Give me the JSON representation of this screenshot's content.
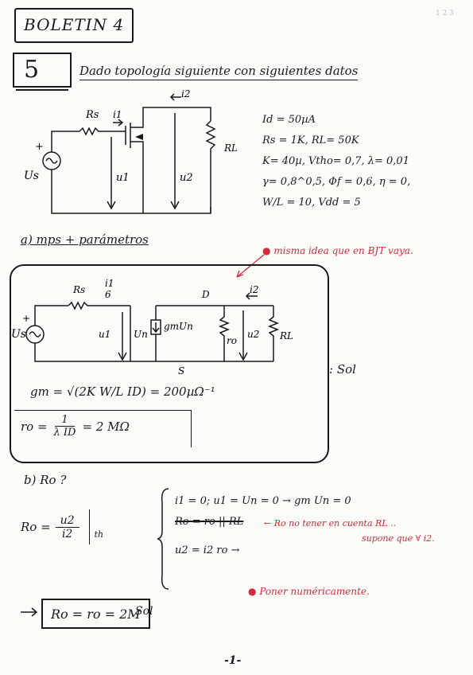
{
  "header": {
    "title": "BOLETIN 4",
    "corner_mark": "1 2 3"
  },
  "problem": {
    "number": "5",
    "statement": "Dado topología siguiente con siguientes datos"
  },
  "circuit1": {
    "labels": {
      "rs": "Rs",
      "i1": "i1",
      "i2": "i2",
      "us": "Us",
      "u1": "u1",
      "u2": "u2",
      "rl": "RL",
      "plus": "+"
    }
  },
  "data_list": [
    "Id = 50µA",
    "Rs = 1K, RL= 50K",
    "K= 40µ, Vtho= 0,7, λ= 0,01",
    "γ= 0,8^0,5, Φf = 0,6, η = 0,",
    "W/L = 10, Vdd = 5"
  ],
  "section_a": {
    "heading": "a) mps + parámetros",
    "note": "misma idea que en BJT vaya.",
    "sol": ": Sol",
    "gm_eq": "gm = √(2K W/L ID) = 200µΩ⁻¹",
    "ro_eq_left": "ro =",
    "ro_num": "1",
    "ro_den": "λ ID",
    "ro_eq_right": "= 2 MΩ"
  },
  "circuit2": {
    "labels": {
      "rs": "Rs",
      "i1": "i1",
      "six": "6",
      "d": "D",
      "i2": "i2",
      "us": "Us",
      "u1": "u1",
      "un": "Un",
      "gm": "gmUn",
      "ro": "ro",
      "u2": "u2",
      "rl": "RL",
      "s": "S",
      "plus": "+"
    }
  },
  "section_b": {
    "heading": "b) Ro ?",
    "ro_lhs": "Ro =",
    "ro_num": "u2",
    "ro_den": "i2",
    "ro_sub": "th",
    "line1": "i1 = 0; u1 = Un = 0 → gm Un = 0",
    "line2_struck": "Ro = ro || RL",
    "line2_note": "← Ro no tener en cuenta RL .. ",
    "line2_note2": "supone que ∀ i2.",
    "line3": "u2 = i2 ro →",
    "note_numeric": "Poner numéricamente.",
    "result": "Ro = ro = 2M",
    "result_sol": "Sol"
  },
  "footer": {
    "page": "-1-"
  }
}
